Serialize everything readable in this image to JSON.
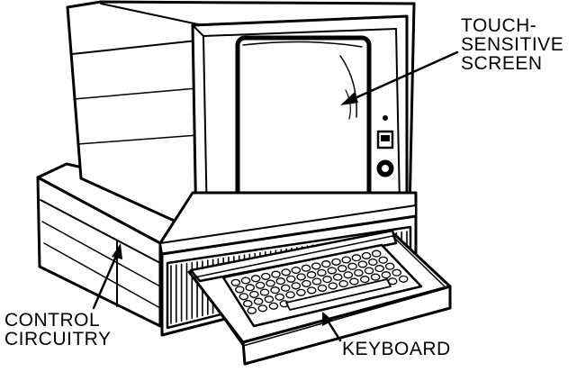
{
  "labels": {
    "screen": [
      "TOUCH-",
      "SENSITIVE",
      "SCREEN"
    ],
    "control": [
      "CONTROL",
      "CIRCUITRY"
    ],
    "keyboard": [
      "KEYBOARD"
    ]
  },
  "colors": {
    "ink": "#000000",
    "paper": "#ffffff"
  }
}
